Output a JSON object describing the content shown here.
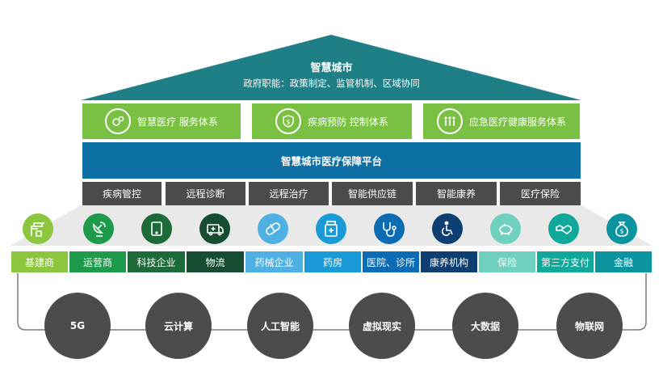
{
  "roof": {
    "title": "智慧城市",
    "subtitle": "政府职能：政策制定、监管机制、区域协同",
    "color": "#1f7f86"
  },
  "systems": [
    {
      "label": "智慧医疗 服务体系",
      "icon": "gears-icon"
    },
    {
      "label": "疾病预防 控制体系",
      "icon": "shield-dollar-icon"
    },
    {
      "label": "应急医疗健康服务体系",
      "icon": "people-icon"
    }
  ],
  "platform": {
    "label": "智慧城市医疗保障平台"
  },
  "services": [
    "疾病管控",
    "远程诊断",
    "远程治疗",
    "智能供应链",
    "智能康养",
    "医疗保险"
  ],
  "entities": [
    {
      "label": "基建商",
      "color": "#8cc63f",
      "icon": "crane-icon"
    },
    {
      "label": "运营商",
      "color": "#1d9a4a",
      "icon": "satellite-dish-icon"
    },
    {
      "label": "科技企业",
      "color": "#1e6b3a",
      "icon": "tablet-icon"
    },
    {
      "label": "物流",
      "color": "#164d32",
      "icon": "ambulance-icon"
    },
    {
      "label": "药械企业",
      "color": "#4fb1e3",
      "icon": "pill-icon"
    },
    {
      "label": "药房",
      "color": "#1a9bd7",
      "icon": "medicine-bottle-icon"
    },
    {
      "label": "医院、诊所",
      "color": "#0b6bb3",
      "icon": "stethoscope-icon"
    },
    {
      "label": "康养机构",
      "color": "#0d3f73",
      "icon": "wheelchair-icon"
    },
    {
      "label": "保险",
      "color": "#6fd0c0",
      "icon": "piggy-bank-icon"
    },
    {
      "label": "第三方支付",
      "color": "#10a89a",
      "icon": "handshake-icon"
    },
    {
      "label": "金融",
      "color": "#0c93a0",
      "icon": "money-bag-icon"
    }
  ],
  "technologies": [
    "5G",
    "云计算",
    "人工智能",
    "虚拟现实",
    "大数据",
    "物联网"
  ]
}
